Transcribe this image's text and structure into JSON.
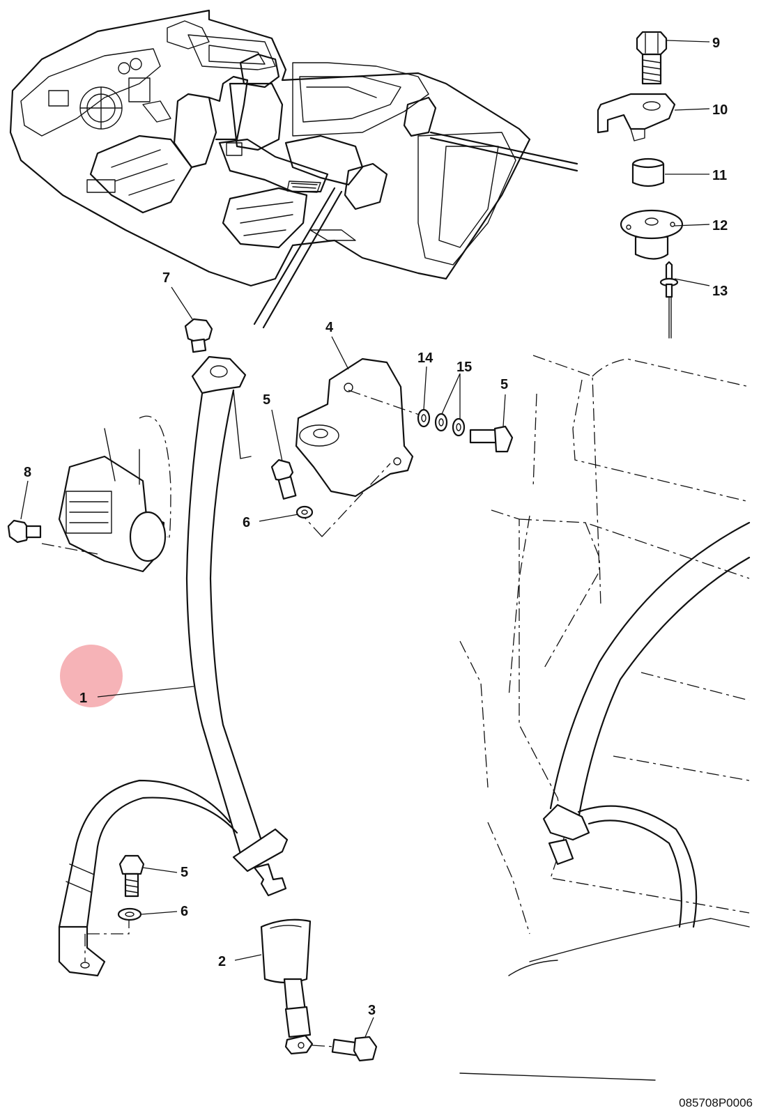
{
  "diagram": {
    "reference_code": "085708P0006",
    "highlight_color": "#f4a6aa",
    "callouts": [
      {
        "id": "1",
        "label": "1"
      },
      {
        "id": "2",
        "label": "2"
      },
      {
        "id": "3",
        "label": "3"
      },
      {
        "id": "4",
        "label": "4"
      },
      {
        "id": "5a",
        "label": "5"
      },
      {
        "id": "5b",
        "label": "5"
      },
      {
        "id": "5c",
        "label": "5"
      },
      {
        "id": "6a",
        "label": "6"
      },
      {
        "id": "6b",
        "label": "6"
      },
      {
        "id": "7",
        "label": "7"
      },
      {
        "id": "8",
        "label": "8"
      },
      {
        "id": "9",
        "label": "9"
      },
      {
        "id": "10",
        "label": "10"
      },
      {
        "id": "11",
        "label": "11"
      },
      {
        "id": "12",
        "label": "12"
      },
      {
        "id": "13",
        "label": "13"
      },
      {
        "id": "14",
        "label": "14"
      },
      {
        "id": "15",
        "label": "15"
      }
    ]
  }
}
